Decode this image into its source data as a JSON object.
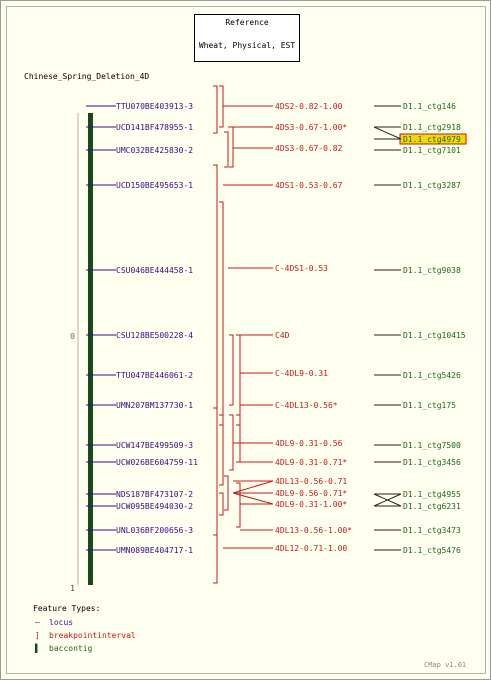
{
  "reference": {
    "title": "Reference",
    "subtitle": "Wheat, Physical, EST"
  },
  "map_title": "Chinese_Spring_Deletion_4D",
  "scale": {
    "top": "0",
    "bottom": "1"
  },
  "colors": {
    "locus": "#3a0a8a",
    "breakpoint": "#c41a1a",
    "contig": "#1a6a1a",
    "bar": "#1a4a1a",
    "highlight": "#f5d800"
  },
  "loci": [
    {
      "label": "TTU070BE403913-3"
    },
    {
      "label": "UCD141BF478955-1"
    },
    {
      "label": "UMC032BE425830-2"
    },
    {
      "label": "UCD150BE495653-1"
    },
    {
      "label": "CSU046BE444458-1"
    },
    {
      "label": "CSU128BE500228-4"
    },
    {
      "label": "TTU047BE446061-2"
    },
    {
      "label": "UMN207BM137730-1"
    },
    {
      "label": "UCW147BE499509-3"
    },
    {
      "label": "UCW026BE604759-11"
    },
    {
      "label": "NDS187BF473107-2"
    },
    {
      "label": "UCW095BE494030-2"
    },
    {
      "label": "UNL036BF200656-3"
    },
    {
      "label": "UMN089BE404717-1"
    }
  ],
  "breakpoints": [
    {
      "label": "4DS2-0.82-1.00"
    },
    {
      "label": "4DS3-0.67-1.00*"
    },
    {
      "label": "4DS3-0.67-0.82"
    },
    {
      "label": "4DS1-0.53-0.67"
    },
    {
      "label": "C-4DS1-0.53"
    },
    {
      "label": "C4D"
    },
    {
      "label": "C-4DL9-0.31"
    },
    {
      "label": "C-4DL13-0.56*"
    },
    {
      "label": "4DL9-0.31-0.56"
    },
    {
      "label": "4DL9-0.31-0.71*"
    },
    {
      "label": "4DL13-0.56-0.71"
    },
    {
      "label": "4DL9-0.56-0.71*"
    },
    {
      "label": "4DL9-0.31-1.00*"
    },
    {
      "label": "4DL13-0.56-1.00*"
    },
    {
      "label": "4DL12-0.71-1.00"
    }
  ],
  "contigs": [
    {
      "label": "D1.1_ctg146"
    },
    {
      "label": "D1.1_ctg2918"
    },
    {
      "label": "D1.1_ctg4979",
      "highlighted": true
    },
    {
      "label": "D1.1_ctg7101"
    },
    {
      "label": "D1.1_ctg3287"
    },
    {
      "label": "D1.1_ctg9038"
    },
    {
      "label": "D1.1_ctg10415"
    },
    {
      "label": "D1.1_ctg5426"
    },
    {
      "label": "D1.1_ctg175"
    },
    {
      "label": "D1.1_ctg7500"
    },
    {
      "label": "D1.1_ctg3456"
    },
    {
      "label": "D1.1_ctg4955"
    },
    {
      "label": "D1.1_ctg6231"
    },
    {
      "label": "D1.1_ctg3473"
    },
    {
      "label": "D1.1_ctg5476"
    }
  ],
  "legend": {
    "title": "Feature Types:",
    "items": [
      {
        "symbol": "—",
        "label": "locus"
      },
      {
        "symbol": "]",
        "label": "breakpointinterval"
      },
      {
        "symbol": "▌",
        "label": "baccontig"
      }
    ]
  },
  "footer": "CMap v1.01"
}
